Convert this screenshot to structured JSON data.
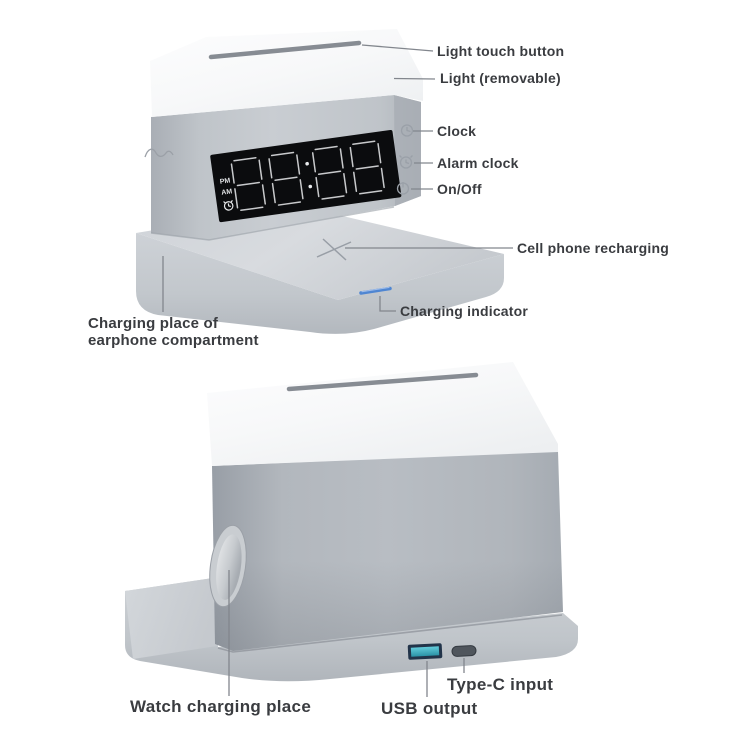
{
  "page": {
    "background": "#ffffff",
    "description_labels_present": true
  },
  "display": {
    "pm": "PM",
    "am": "AM"
  },
  "labels": {
    "light_touch_button": "Light touch button",
    "light_removable": "Light (removable)",
    "clock": "Clock",
    "alarm_clock": "Alarm clock",
    "on_off": "On/Off",
    "cell_phone_recharging": "Cell phone recharging",
    "charging_indicator": "Charging indicator",
    "earphone_line1": "Charging place of",
    "earphone_line2": "earphone compartment",
    "watch_charging_place": "Watch charging place",
    "usb_output": "USB output",
    "type_c_input": "Type-C input"
  },
  "icons": {
    "clock_icon": "clock face with hands",
    "alarm_clock_icon": "alarm clock with bells",
    "power_icon": "power on/off symbol",
    "display_alarm_icon": "alarm symbol on LED display",
    "wireless_charging_cross": "x position marker on charging base"
  },
  "colors": {
    "label_text": "#3a3c40",
    "leader_line": "#82868d",
    "display_black": "#0b0c0e",
    "segment_white": "#e9ebed",
    "charging_led_blue": "#4f86d2",
    "usb_port_teal": "#3db4c8",
    "usb_port_frame": "#22344a",
    "type_c_gray": "#50565d",
    "body_gray": "#b6bbc1",
    "base_gray": "#c6cace",
    "light_white": "#f8f9fa",
    "slot_gray": "#878c93"
  }
}
